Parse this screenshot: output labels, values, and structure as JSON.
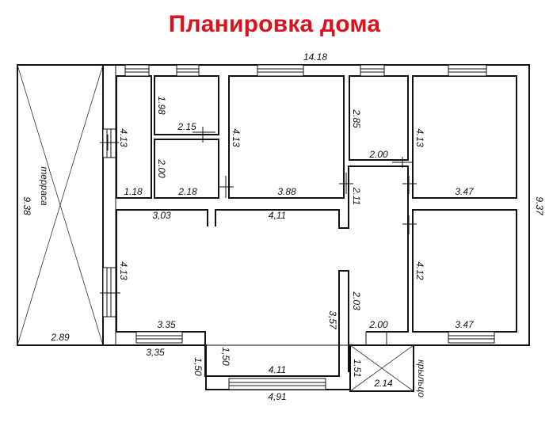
{
  "title": "Планировка дома",
  "areas": {
    "terrace": "терраса",
    "porch": "крыльцо"
  },
  "dimensions": {
    "overall_width": "14.18",
    "overall_depth_right": "9.37",
    "terrace_depth": "9.38",
    "terrace_width": "2.89",
    "room_a_height": "4.13",
    "room_a_width": "1.18",
    "bath_top_height": "1.98",
    "bath_top_width": "2.15",
    "bath_bottom_height": "2.00",
    "bath_bottom_width": "2.18",
    "room_center_height": "4.13",
    "room_center_width": "3.88",
    "small_room_height": "2.85",
    "small_room_width": "2.00",
    "corridor_width": "2.11",
    "bedroom_top_height": "4.13",
    "bedroom_top_width": "3.47",
    "bedroom_bottom_height": "4.12",
    "bedroom_bottom_width": "3.47",
    "living_top_left": "3,03",
    "living_top_right": "4,11",
    "living_left_height": "4.13",
    "living_bottom_left": "3.35",
    "living_right_lower": "3,57",
    "hall_height": "2.03",
    "hall_width": "2.00",
    "outer_bottom_left": "3,35",
    "step_left_outer": "1,50",
    "step_left_inner": "1,50",
    "bottom_inner": "4.11",
    "bottom_outer": "4,91",
    "porch_height": "1.51",
    "porch_width": "2.14"
  },
  "colors": {
    "title": "#d9121b",
    "lines": "#111111"
  }
}
